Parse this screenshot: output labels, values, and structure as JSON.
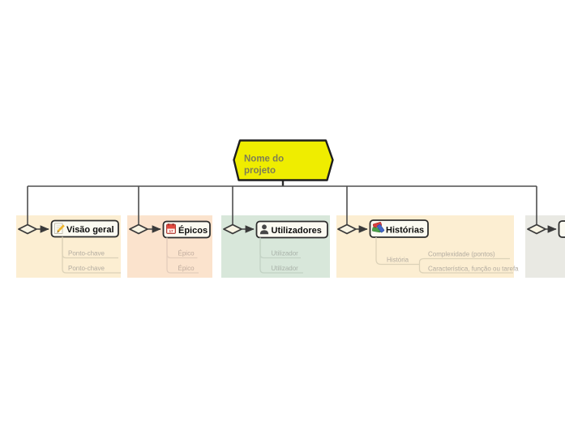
{
  "root": {
    "label": "Nome do projeto",
    "label_lines": [
      "Nome do",
      "projeto"
    ],
    "fill": "#efed00",
    "stroke": "#1e1e1e",
    "text_color": "#7d7d55"
  },
  "connector_color": "#4e4e4e",
  "branches": [
    {
      "title": "Visão geral",
      "icon": "memo-pencil-icon",
      "panel_bg": "#fceed2",
      "line_color": "#dcd2b8",
      "text_color": "#b3aca0",
      "children": [
        "Ponto-chave",
        "Ponto-chave"
      ]
    },
    {
      "title": "Épicos",
      "icon": "calendar-icon",
      "calendar_day": "17",
      "panel_bg": "#fbe3cd",
      "line_color": "#e4cebc",
      "text_color": "#bfab9d",
      "children": [
        "Épico",
        "Épico"
      ]
    },
    {
      "title": "Utilizadores",
      "icon": "user-icon",
      "panel_bg": "#d8e7da",
      "line_color": "#c2d2c4",
      "text_color": "#a9b2a9",
      "children": [
        "Utilizador",
        "Utilizador"
      ]
    },
    {
      "title": "Histórias",
      "icon": "books-icon",
      "panel_bg": "#fceed2",
      "line_color": "#dcd2b8",
      "text_color": "#b3aca0",
      "children": [
        {
          "label": "História",
          "children": [
            "Complexidade (pontos)",
            "Característica, função ou tarefa"
          ]
        }
      ]
    },
    {
      "title": "",
      "icon": "",
      "panel_bg": "#e9e9e3",
      "line_color": "#d2d2c8",
      "text_color": "#b0b0a8",
      "children": []
    }
  ]
}
